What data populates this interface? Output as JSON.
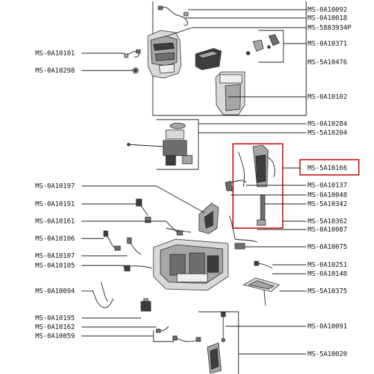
{
  "left_labels": [
    {
      "id": "l1",
      "text": "MS-0A10101"
    },
    {
      "id": "l2",
      "text": "MS-0A10298"
    },
    {
      "id": "l3",
      "text": "MS-0A10197"
    },
    {
      "id": "l4",
      "text": "MS-0A10191"
    },
    {
      "id": "l5",
      "text": "MS-0A10161"
    },
    {
      "id": "l6",
      "text": "MS-0A10106"
    },
    {
      "id": "l7",
      "text": "MS-0A10107"
    },
    {
      "id": "l8",
      "text": "MS-0A10105"
    },
    {
      "id": "l9",
      "text": "MS-0A10094"
    },
    {
      "id": "l10",
      "text": "MS-0A10195"
    },
    {
      "id": "l11",
      "text": "MS-0A10162"
    },
    {
      "id": "l12",
      "text": "MS-0A10059"
    }
  ],
  "right_labels": [
    {
      "id": "r1",
      "text": "MS-0A10092"
    },
    {
      "id": "r2",
      "text": "MS-0A10018"
    },
    {
      "id": "r3",
      "text": "MS-5883934P"
    },
    {
      "id": "r4",
      "text": "MS-0A10371"
    },
    {
      "id": "r5",
      "text": "MS-5A10476"
    },
    {
      "id": "r6",
      "text": "MS-0A10102"
    },
    {
      "id": "r7",
      "text": "MS-0A10284"
    },
    {
      "id": "r8",
      "text": "MS-5A10204"
    },
    {
      "id": "r9",
      "text": "MS-5A10166"
    },
    {
      "id": "r10",
      "text": "MS-0A10137"
    },
    {
      "id": "r11",
      "text": "MS-0A10048"
    },
    {
      "id": "r12",
      "text": "MS-5A10342"
    },
    {
      "id": "r13",
      "text": "MS-5A10362"
    },
    {
      "id": "r14",
      "text": "MS-0A10087"
    },
    {
      "id": "r15",
      "text": "MS-0A10075"
    },
    {
      "id": "r16",
      "text": "MS-0A10251"
    },
    {
      "id": "r17",
      "text": "MS-0A10148"
    },
    {
      "id": "r18",
      "text": "MS-5A10375"
    },
    {
      "id": "r19",
      "text": "MS-0A10091"
    },
    {
      "id": "r20",
      "text": "MS-5A10020"
    }
  ],
  "highlighted_label": "r9",
  "colors": {
    "line": "#111111",
    "highlight": "#d21f1f",
    "background": "#ffffff"
  }
}
